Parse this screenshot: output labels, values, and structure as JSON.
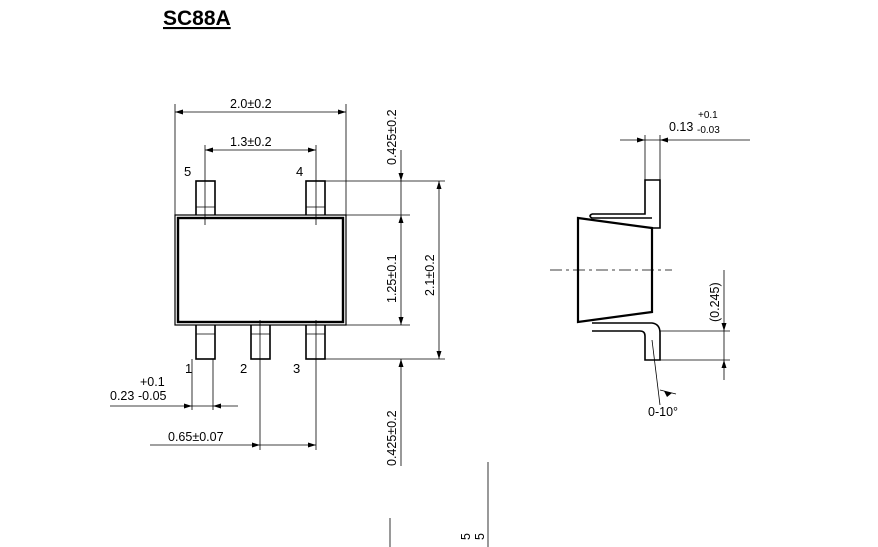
{
  "title": "SC88A",
  "top_view": {
    "pins": {
      "p1": "1",
      "p2": "2",
      "p3": "3",
      "p4": "4",
      "p5": "5"
    },
    "dims": {
      "body_width": "2.0±0.2",
      "pin_span": "1.3±0.2",
      "lead_top": "0.425±0.2",
      "body_height": "1.25±0.1",
      "overall_height": "2.1±0.2",
      "lead_bottom": "0.425±0.2",
      "pitch": "0.65±0.07",
      "lead_width_base": "0.23",
      "lead_width_plus": "+0.1",
      "lead_width_minus": "-0.05"
    }
  },
  "side_view": {
    "dims": {
      "thickness_base": "0.13",
      "thickness_plus": "+0.1",
      "thickness_minus": "-0.03",
      "standoff": "(0.245)",
      "angle": "0-10°"
    }
  },
  "cropped_marks": {
    "a": "5",
    "b": "5"
  }
}
